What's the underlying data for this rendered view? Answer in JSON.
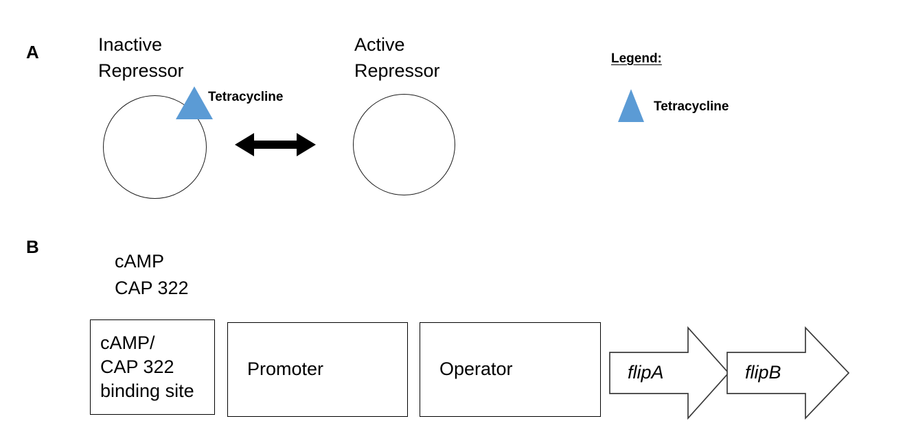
{
  "figure": {
    "panel_a": {
      "letter": "A",
      "inactive_title": "Inactive\nRepressor",
      "active_title": "Active\nRepressor",
      "tetracycline_label": "Tetracycline",
      "equilibrium_arrow": "double-headed-arrow"
    },
    "legend": {
      "heading": "Legend:",
      "items": [
        {
          "symbol": "triangle",
          "color": "#5B9BD5",
          "label": "Tetracycline"
        }
      ]
    },
    "panel_b": {
      "letter": "B",
      "regulator_text": "cAMP\nCAP 322",
      "boxes": [
        {
          "label": "cAMP/\nCAP 322\nbinding site"
        },
        {
          "label": "Promoter"
        },
        {
          "label": "Operator"
        }
      ],
      "genes": [
        {
          "label": "flipA"
        },
        {
          "label": "flipB"
        }
      ]
    }
  },
  "colors": {
    "tetracycline_blue": "#5B9BD5",
    "tetracycline_blue_stroke": "#4A85BC",
    "outline_black": "#000000",
    "circle_stroke": "#1a1a1a",
    "background": "#ffffff"
  }
}
